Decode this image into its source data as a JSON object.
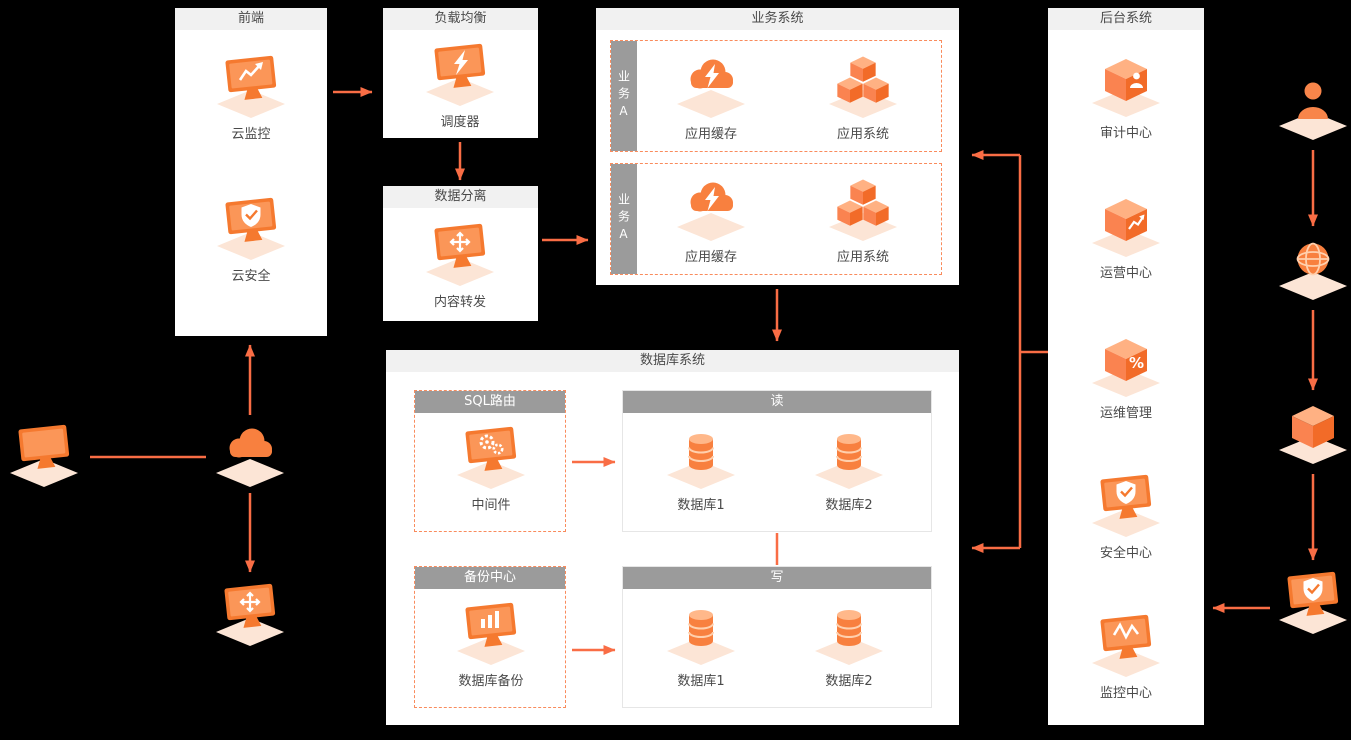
{
  "colors": {
    "background": "#000000",
    "panel": "#FFFFFF",
    "icon_orange": "#F8803F",
    "arrow_orange": "#F96D45",
    "header_light_bg": "#F1F1F1",
    "header_dark_bg": "#9B9B9B",
    "dashed_border": "#F98B5C"
  },
  "panels": {
    "frontend": {
      "title": "前端",
      "items": [
        {
          "label": "云监控",
          "icon": "cloud-monitor-icon"
        },
        {
          "label": "云安全",
          "icon": "cloud-security-icon"
        }
      ]
    },
    "load_balance": {
      "title": "负载均衡",
      "items": [
        {
          "label": "调度器",
          "icon": "scheduler-icon"
        }
      ]
    },
    "data_split": {
      "title": "数据分离",
      "items": [
        {
          "label": "内容转发",
          "icon": "content-forward-icon"
        }
      ]
    },
    "business": {
      "title": "业务系统",
      "groups": [
        {
          "tab": "业务A",
          "items": [
            {
              "label": "应用缓存",
              "icon": "app-cache-icon"
            },
            {
              "label": "应用系统",
              "icon": "app-system-icon"
            }
          ]
        },
        {
          "tab": "业务A",
          "items": [
            {
              "label": "应用缓存",
              "icon": "app-cache-icon"
            },
            {
              "label": "应用系统",
              "icon": "app-system-icon"
            }
          ]
        }
      ]
    },
    "database": {
      "title": "数据库系统",
      "sections": {
        "sql_route": {
          "title": "SQL路由",
          "items": [
            {
              "label": "中间件",
              "icon": "middleware-icon"
            }
          ]
        },
        "read": {
          "title": "读",
          "items": [
            {
              "label": "数据库1",
              "icon": "database-icon"
            },
            {
              "label": "数据库2",
              "icon": "database-icon"
            }
          ]
        },
        "backup": {
          "title": "备份中心",
          "items": [
            {
              "label": "数据库备份",
              "icon": "db-backup-icon"
            }
          ]
        },
        "write": {
          "title": "写",
          "items": [
            {
              "label": "数据库1",
              "icon": "database-icon"
            },
            {
              "label": "数据库2",
              "icon": "database-icon"
            }
          ]
        }
      }
    },
    "backend": {
      "title": "后台系统",
      "items": [
        {
          "label": "审计中心",
          "icon": "audit-center-icon"
        },
        {
          "label": "运营中心",
          "icon": "operation-center-icon"
        },
        {
          "label": "运维管理",
          "icon": "ops-management-icon"
        },
        {
          "label": "安全中心",
          "icon": "security-center-icon"
        },
        {
          "label": "监控中心",
          "icon": "monitoring-center-icon"
        }
      ]
    }
  },
  "floating_icons": {
    "left": [
      {
        "icon": "client-terminal-icon"
      },
      {
        "icon": "cloud-icon"
      },
      {
        "icon": "transfer-terminal-icon"
      }
    ],
    "right": [
      {
        "icon": "user-icon"
      },
      {
        "icon": "internet-globe-icon"
      },
      {
        "icon": "resource-box-icon"
      },
      {
        "icon": "security-terminal-icon"
      }
    ]
  }
}
